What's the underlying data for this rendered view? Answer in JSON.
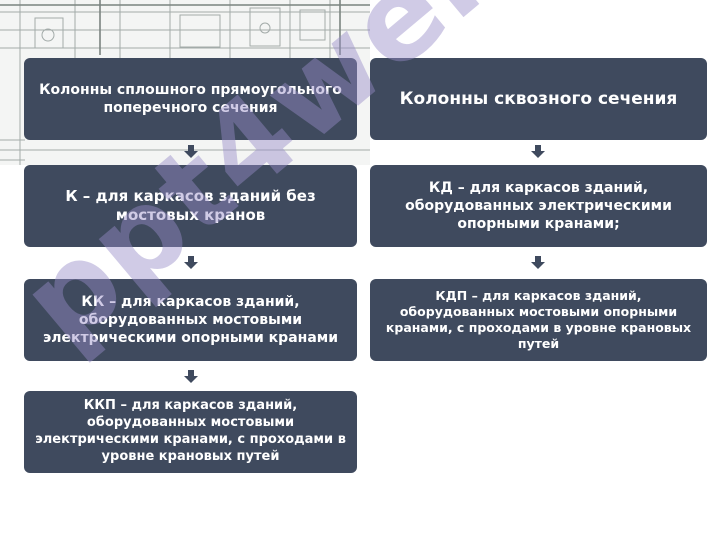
{
  "left_column": {
    "header": "Колонны сплошного прямоугольного поперечного сечения",
    "items": [
      "К – для каркасов зданий без мостовых кранов",
      "КК – для каркасов зданий, оборудованных мостовыми электрическими опорными кранами",
      "ККП – для каркасов зданий, оборудованных мостовыми электрическими кранами, с проходами в уровне крановых путей"
    ]
  },
  "right_column": {
    "header": "Колонны сквозного сечения",
    "items": [
      "КД – для каркасов зданий, оборудованных электрическими опорными кранами;",
      "КДП – для каркасов зданий, оборудованных мостовыми опорными кранами, с проходами в уровне крановых  путей"
    ]
  },
  "watermark": "ppt4web",
  "colors": {
    "box": "#3f4a5e",
    "text": "#ffffff",
    "watermark": "#968cc8"
  }
}
